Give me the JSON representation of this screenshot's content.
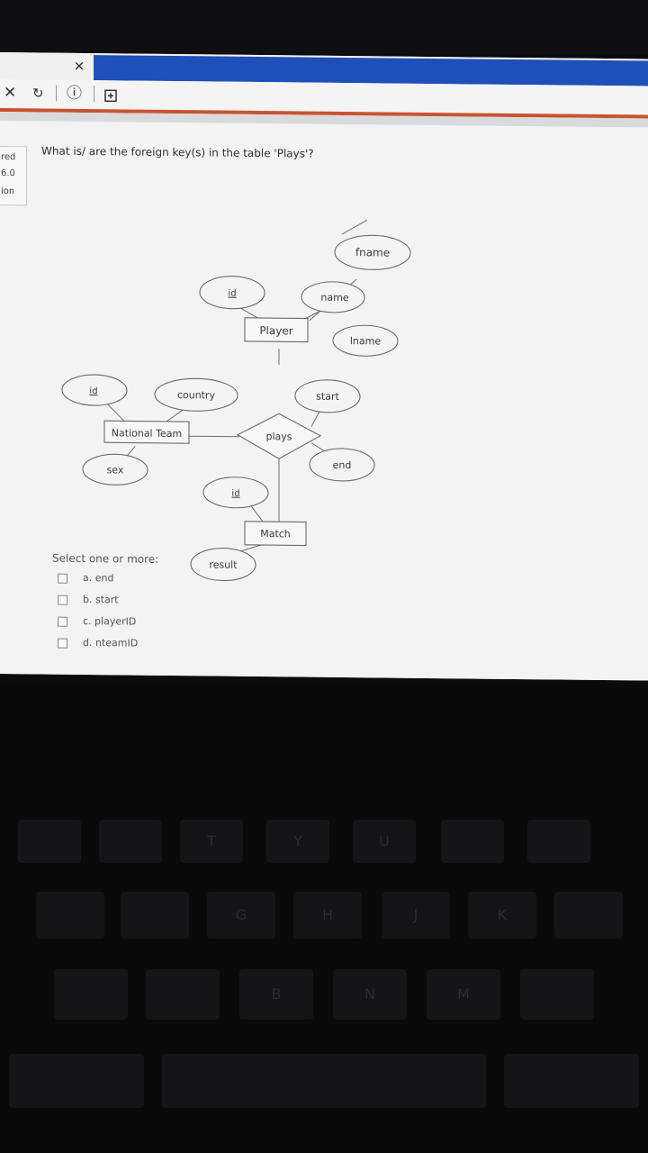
{
  "browser": {
    "tab_close_glyph": "×",
    "nav_close_glyph": "✕",
    "nav_reload_glyph": "↻",
    "nav_info_glyph": "ⓘ"
  },
  "sidebar": {
    "lines": [
      "red",
      "6.0",
      "ion"
    ]
  },
  "question": {
    "text": "What is/ are the foreign key(s) in the table 'Plays'?"
  },
  "diagram": {
    "entities": [
      "Player",
      "National Team",
      "Match"
    ],
    "relationship": "plays",
    "attributes": [
      "fname",
      "id",
      "name",
      "lname",
      "id",
      "country",
      "start",
      "sex",
      "end",
      "id",
      "result"
    ]
  },
  "answer": {
    "prompt": "Select one or more:",
    "options": [
      "a. end",
      "b. start",
      "c. playerID",
      "d. nteamID"
    ]
  },
  "keyboard": {
    "keys": [
      "T",
      "Y",
      "U",
      "G",
      "H",
      "J",
      "K",
      "B",
      "N",
      "M"
    ]
  },
  "colors": {
    "tab_accent": "#1f4fb8",
    "toolbar_accent": "#c9532f"
  }
}
